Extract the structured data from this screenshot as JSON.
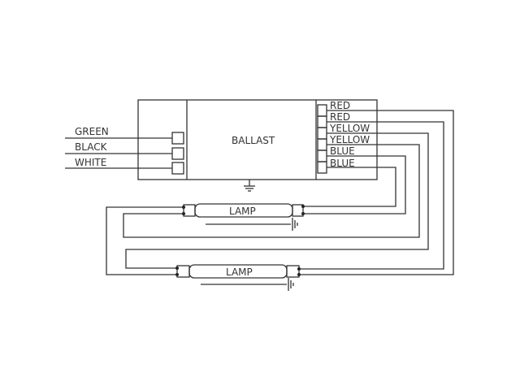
{
  "ballast": {
    "label": "BALLAST"
  },
  "input_wires": [
    "GREEN",
    "BLACK",
    "WHITE"
  ],
  "output_wires": [
    "RED",
    "RED",
    "YELLOW",
    "YELLOW",
    "BLUE",
    "BLUE"
  ],
  "lamps": [
    {
      "label": "LAMP"
    },
    {
      "label": "LAMP"
    }
  ]
}
